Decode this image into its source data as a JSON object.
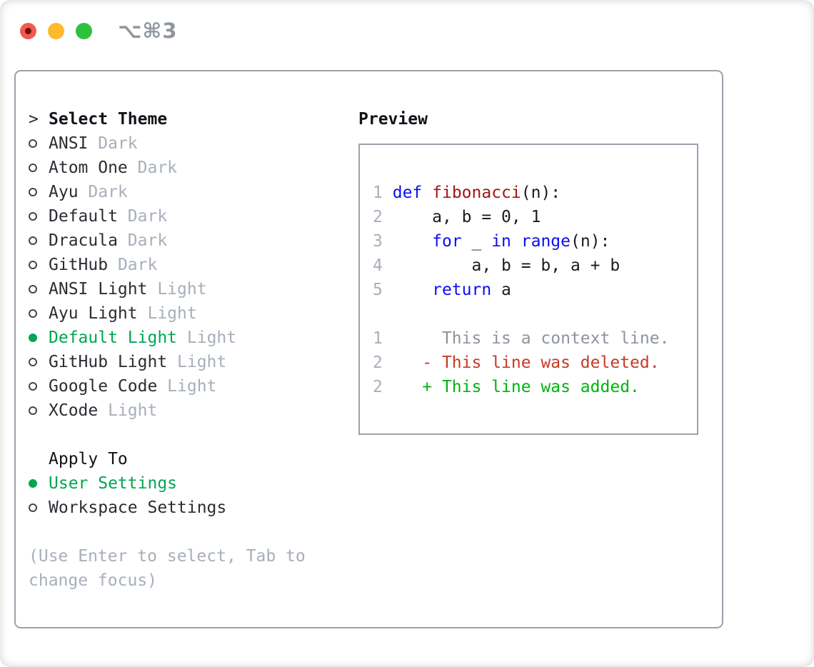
{
  "titlebar": {
    "shortcut_label": "⌥⌘3"
  },
  "theme_picker": {
    "pointer": ">",
    "header": "Select Theme",
    "themes": [
      {
        "name": "ANSI",
        "variant": "Dark",
        "selected": false
      },
      {
        "name": "Atom One",
        "variant": "Dark",
        "selected": false
      },
      {
        "name": "Ayu",
        "variant": "Dark",
        "selected": false
      },
      {
        "name": "Default",
        "variant": "Dark",
        "selected": false
      },
      {
        "name": "Dracula",
        "variant": "Dark",
        "selected": false
      },
      {
        "name": "GitHub",
        "variant": "Dark",
        "selected": false
      },
      {
        "name": "ANSI Light",
        "variant": "Light",
        "selected": false
      },
      {
        "name": "Ayu Light",
        "variant": "Light",
        "selected": false
      },
      {
        "name": "Default Light",
        "variant": "Light",
        "selected": true
      },
      {
        "name": "GitHub Light",
        "variant": "Light",
        "selected": false
      },
      {
        "name": "Google Code",
        "variant": "Light",
        "selected": false
      },
      {
        "name": "XCode",
        "variant": "Light",
        "selected": false
      }
    ],
    "apply_to": {
      "label": "Apply To",
      "options": [
        {
          "label": "User Settings",
          "selected": true
        },
        {
          "label": "Workspace Settings",
          "selected": false
        }
      ]
    },
    "help_text": "(Use Enter to select, Tab to change focus)"
  },
  "preview": {
    "title": "Preview",
    "lines": [
      {
        "num": "",
        "parts": []
      },
      {
        "num": "1",
        "parts": [
          {
            "text": " "
          },
          {
            "text": "def",
            "style": "keyword"
          },
          {
            "text": " "
          },
          {
            "text": "fibonacci",
            "style": "function"
          },
          {
            "text": "(n):"
          }
        ]
      },
      {
        "num": "2",
        "parts": [
          {
            "text": "     a, b = 0, 1"
          }
        ]
      },
      {
        "num": "3",
        "parts": [
          {
            "text": "     "
          },
          {
            "text": "for",
            "style": "keyword"
          },
          {
            "text": " _ "
          },
          {
            "text": "in",
            "style": "keyword"
          },
          {
            "text": " "
          },
          {
            "text": "range",
            "style": "keyword"
          },
          {
            "text": "(n):"
          }
        ]
      },
      {
        "num": "4",
        "parts": [
          {
            "text": "         a, b = b, a + b"
          }
        ]
      },
      {
        "num": "5",
        "parts": [
          {
            "text": "     "
          },
          {
            "text": "return",
            "style": "keyword"
          },
          {
            "text": " a"
          }
        ]
      },
      {
        "num": "",
        "parts": []
      },
      {
        "num": "1",
        "parts": [
          {
            "text": "      This is a context line.",
            "style": "context"
          }
        ]
      },
      {
        "num": "2",
        "parts": [
          {
            "text": "    - This line was deleted.",
            "style": "deleted"
          }
        ]
      },
      {
        "num": "2",
        "parts": [
          {
            "text": "    + This line was added.",
            "style": "added"
          }
        ]
      },
      {
        "num": "",
        "parts": []
      }
    ]
  },
  "colors": {
    "accent_green": "#00a651",
    "keyword_blue": "#0d0df2",
    "function_red": "#a31515",
    "diff_deleted": "#c53b26",
    "diff_added": "#00b30f",
    "text_primary": "#2b2d33",
    "text_bold": "#121318",
    "muted_gray": "#a7afba",
    "context_gray": "#8d949e",
    "code_text": "#1a1c21",
    "border_gray": "#9aa2ab",
    "ring_gray": "#42464d",
    "titlebar_gray": "#8f969e",
    "light_red": "#f2594f",
    "light_red_dot": "#6b120b",
    "light_yellow": "#fcba2d",
    "light_green": "#2ec13e"
  }
}
